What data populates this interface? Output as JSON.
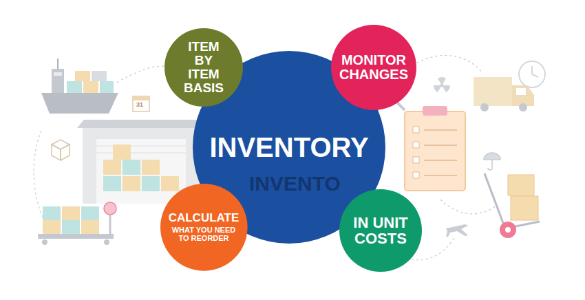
{
  "diagram": {
    "nodes": [
      {
        "text": [
          "ITEM BY ITEM BASIS"
        ]
      },
      {
        "text": [
          "MONITOR CHANGES"
        ]
      },
      {
        "text": [
          "INVENTORY"
        ]
      },
      {
        "text": [
          "CALCULATE",
          "WHAT YOU NEED TO REORDER"
        ]
      },
      {
        "text": [
          "IN UNIT COSTS"
        ]
      }
    ],
    "labels": [
      "INVENTO",
      "31"
    ]
  }
}
